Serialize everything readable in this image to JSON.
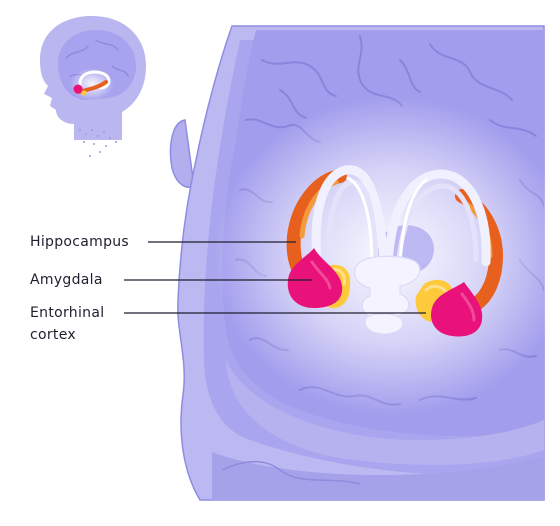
{
  "labels": {
    "hippocampus": "Hippocampus",
    "amygdala": "Amygdala",
    "entorhinal_line1": "Entorhinal",
    "entorhinal_line2": "cortex"
  },
  "colors": {
    "head_skin": "#b9b6f0",
    "head_outline": "#8f8ce0",
    "brain": "#a8a3ee",
    "brain_folds": "#8883d6",
    "glow": "#ffffff",
    "hippocampus": "#e8601e",
    "amygdala": "#e8127a",
    "entorhinal": "#ffc93c",
    "fornix": "#f1f0ff",
    "leader_line": "#1f1f2e",
    "label_text": "#1f1f2e"
  }
}
